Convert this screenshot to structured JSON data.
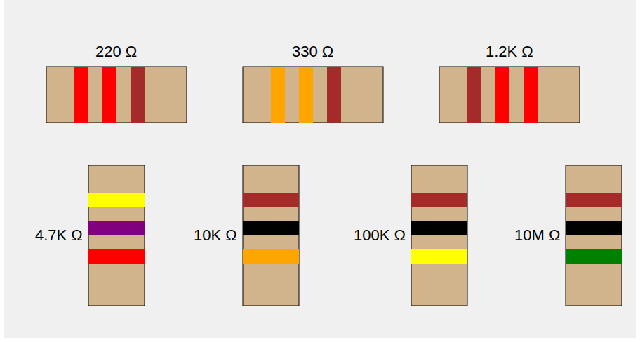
{
  "diagram": {
    "nodes": [
      {
        "text": [
          "220 Ω"
        ]
      },
      {
        "text": [
          "330 Ω"
        ]
      },
      {
        "text": [
          "1.2K Ω"
        ]
      },
      {
        "text": [
          "4.7K Ω"
        ]
      },
      {
        "text": [
          "10K Ω"
        ]
      },
      {
        "text": [
          "100K Ω"
        ]
      },
      {
        "text": [
          "10M Ω"
        ]
      }
    ]
  }
}
